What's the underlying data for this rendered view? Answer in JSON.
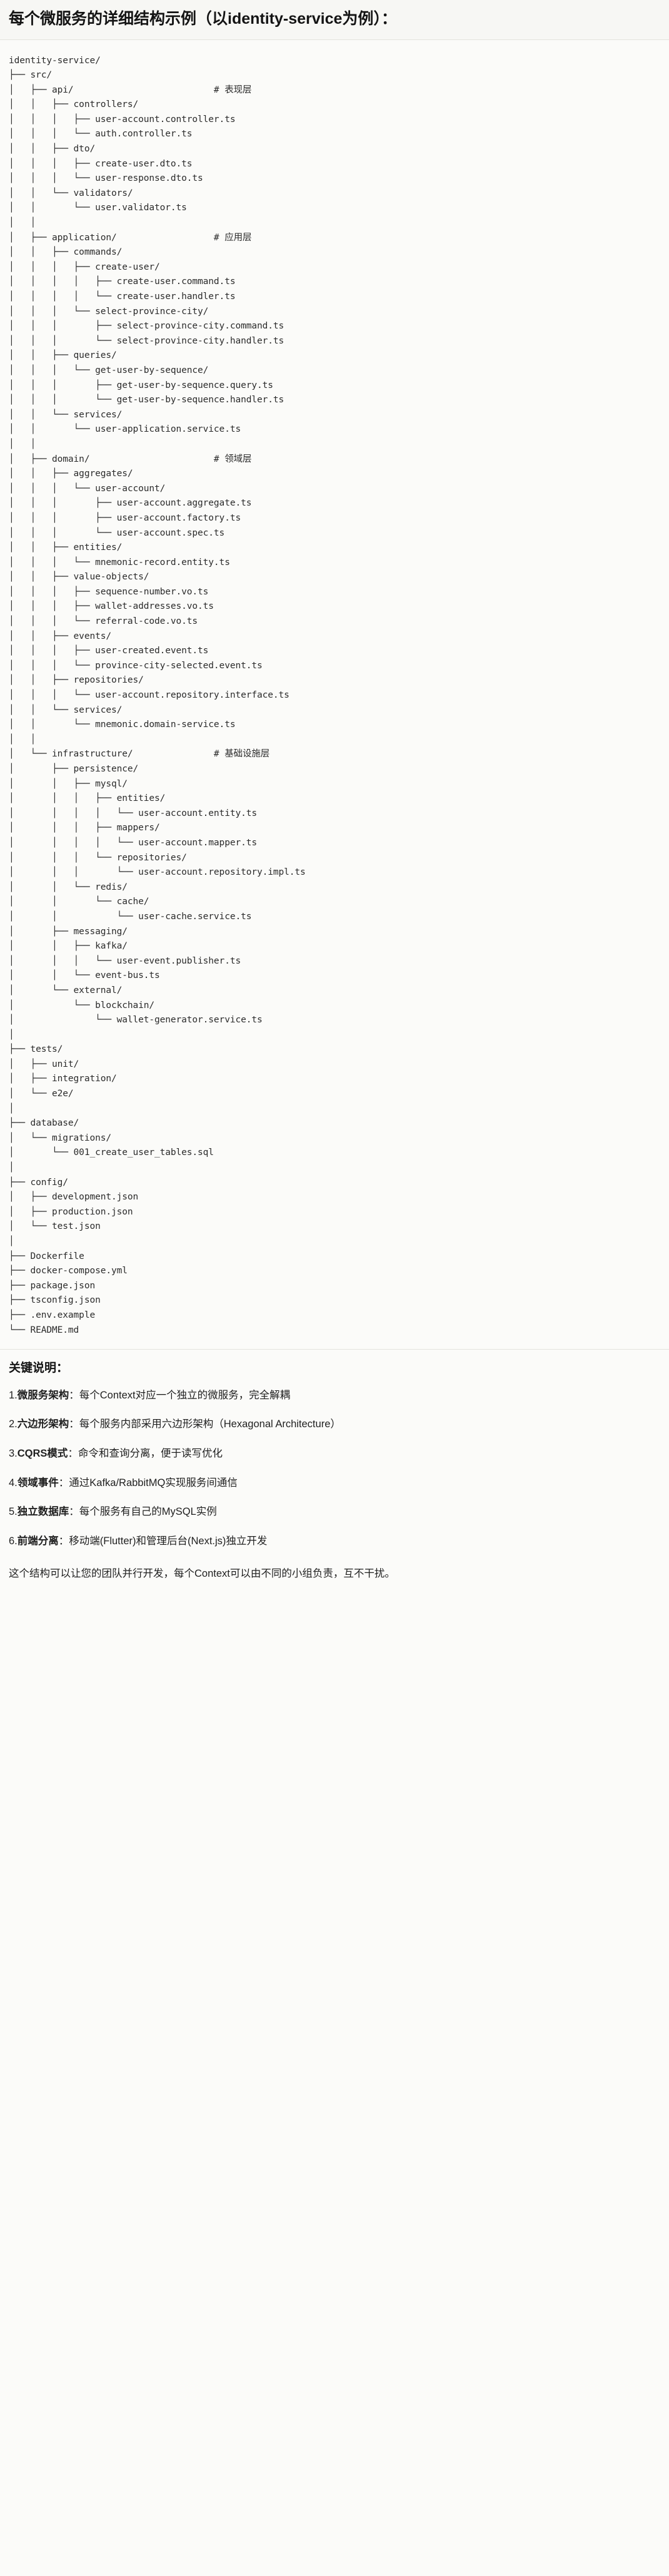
{
  "header": {
    "title": "每个微服务的详细结构示例（以identity-service为例）："
  },
  "tree": {
    "root": "identity-service/",
    "lines": [
      "identity-service/",
      "├── src/",
      "│   ├── api/                          # 表现层",
      "│   │   ├── controllers/",
      "│   │   │   ├── user-account.controller.ts",
      "│   │   │   └── auth.controller.ts",
      "│   │   ├── dto/",
      "│   │   │   ├── create-user.dto.ts",
      "│   │   │   └── user-response.dto.ts",
      "│   │   └── validators/",
      "│   │       └── user.validator.ts",
      "│   │",
      "│   ├── application/                  # 应用层",
      "│   │   ├── commands/",
      "│   │   │   ├── create-user/",
      "│   │   │   │   ├── create-user.command.ts",
      "│   │   │   │   └── create-user.handler.ts",
      "│   │   │   └── select-province-city/",
      "│   │   │       ├── select-province-city.command.ts",
      "│   │   │       └── select-province-city.handler.ts",
      "│   │   ├── queries/",
      "│   │   │   └── get-user-by-sequence/",
      "│   │   │       ├── get-user-by-sequence.query.ts",
      "│   │   │       └── get-user-by-sequence.handler.ts",
      "│   │   └── services/",
      "│   │       └── user-application.service.ts",
      "│   │",
      "│   ├── domain/                       # 领域层",
      "│   │   ├── aggregates/",
      "│   │   │   └── user-account/",
      "│   │   │       ├── user-account.aggregate.ts",
      "│   │   │       ├── user-account.factory.ts",
      "│   │   │       └── user-account.spec.ts",
      "│   │   ├── entities/",
      "│   │   │   └── mnemonic-record.entity.ts",
      "│   │   ├── value-objects/",
      "│   │   │   ├── sequence-number.vo.ts",
      "│   │   │   ├── wallet-addresses.vo.ts",
      "│   │   │   └── referral-code.vo.ts",
      "│   │   ├── events/",
      "│   │   │   ├── user-created.event.ts",
      "│   │   │   └── province-city-selected.event.ts",
      "│   │   ├── repositories/",
      "│   │   │   └── user-account.repository.interface.ts",
      "│   │   └── services/",
      "│   │       └── mnemonic.domain-service.ts",
      "│   │",
      "│   └── infrastructure/               # 基础设施层",
      "│       ├── persistence/",
      "│       │   ├── mysql/",
      "│       │   │   ├── entities/",
      "│       │   │   │   └── user-account.entity.ts",
      "│       │   │   ├── mappers/",
      "│       │   │   │   └── user-account.mapper.ts",
      "│       │   │   └── repositories/",
      "│       │   │       └── user-account.repository.impl.ts",
      "│       │   └── redis/",
      "│       │       └── cache/",
      "│       │           └── user-cache.service.ts",
      "│       ├── messaging/",
      "│       │   ├── kafka/",
      "│       │   │   └── user-event.publisher.ts",
      "│       │   └── event-bus.ts",
      "│       └── external/",
      "│           └── blockchain/",
      "│               └── wallet-generator.service.ts",
      "│",
      "├── tests/",
      "│   ├── unit/",
      "│   ├── integration/",
      "│   └── e2e/",
      "│",
      "├── database/",
      "│   └── migrations/",
      "│       └── 001_create_user_tables.sql",
      "│",
      "├── config/",
      "│   ├── development.json",
      "│   ├── production.json",
      "│   └── test.json",
      "│",
      "├── Dockerfile",
      "├── docker-compose.yml",
      "├── package.json",
      "├── tsconfig.json",
      "├── .env.example",
      "└── README.md"
    ]
  },
  "notes": {
    "heading": "关键说明：",
    "items": [
      {
        "num": "1.",
        "term": "微服务架构",
        "sep": "：",
        "desc": "每个Context对应一个独立的微服务，完全解耦"
      },
      {
        "num": "2.",
        "term": "六边形架构",
        "sep": "：",
        "desc": "每个服务内部采用六边形架构（Hexagonal Architecture）"
      },
      {
        "num": "3.",
        "term": "CQRS模式",
        "sep": "：",
        "desc": "命令和查询分离，便于读写优化"
      },
      {
        "num": "4.",
        "term": "领域事件",
        "sep": "：",
        "desc": "通过Kafka/RabbitMQ实现服务间通信"
      },
      {
        "num": "5.",
        "term": "独立数据库",
        "sep": "：",
        "desc": "每个服务有自己的MySQL实例"
      },
      {
        "num": "6.",
        "term": "前端分离",
        "sep": "：",
        "desc": "移动端(Flutter)和管理后台(Next.js)独立开发"
      }
    ],
    "closing": "这个结构可以让您的团队并行开发，每个Context可以由不同的小组负责，互不干扰。"
  },
  "colors": {
    "page_bg": "#fbfbf9",
    "header_bg": "#f7f7f4",
    "rule": "#e3e3dd",
    "text": "#1f1f1f",
    "mono_text": "#2b2b2b"
  }
}
